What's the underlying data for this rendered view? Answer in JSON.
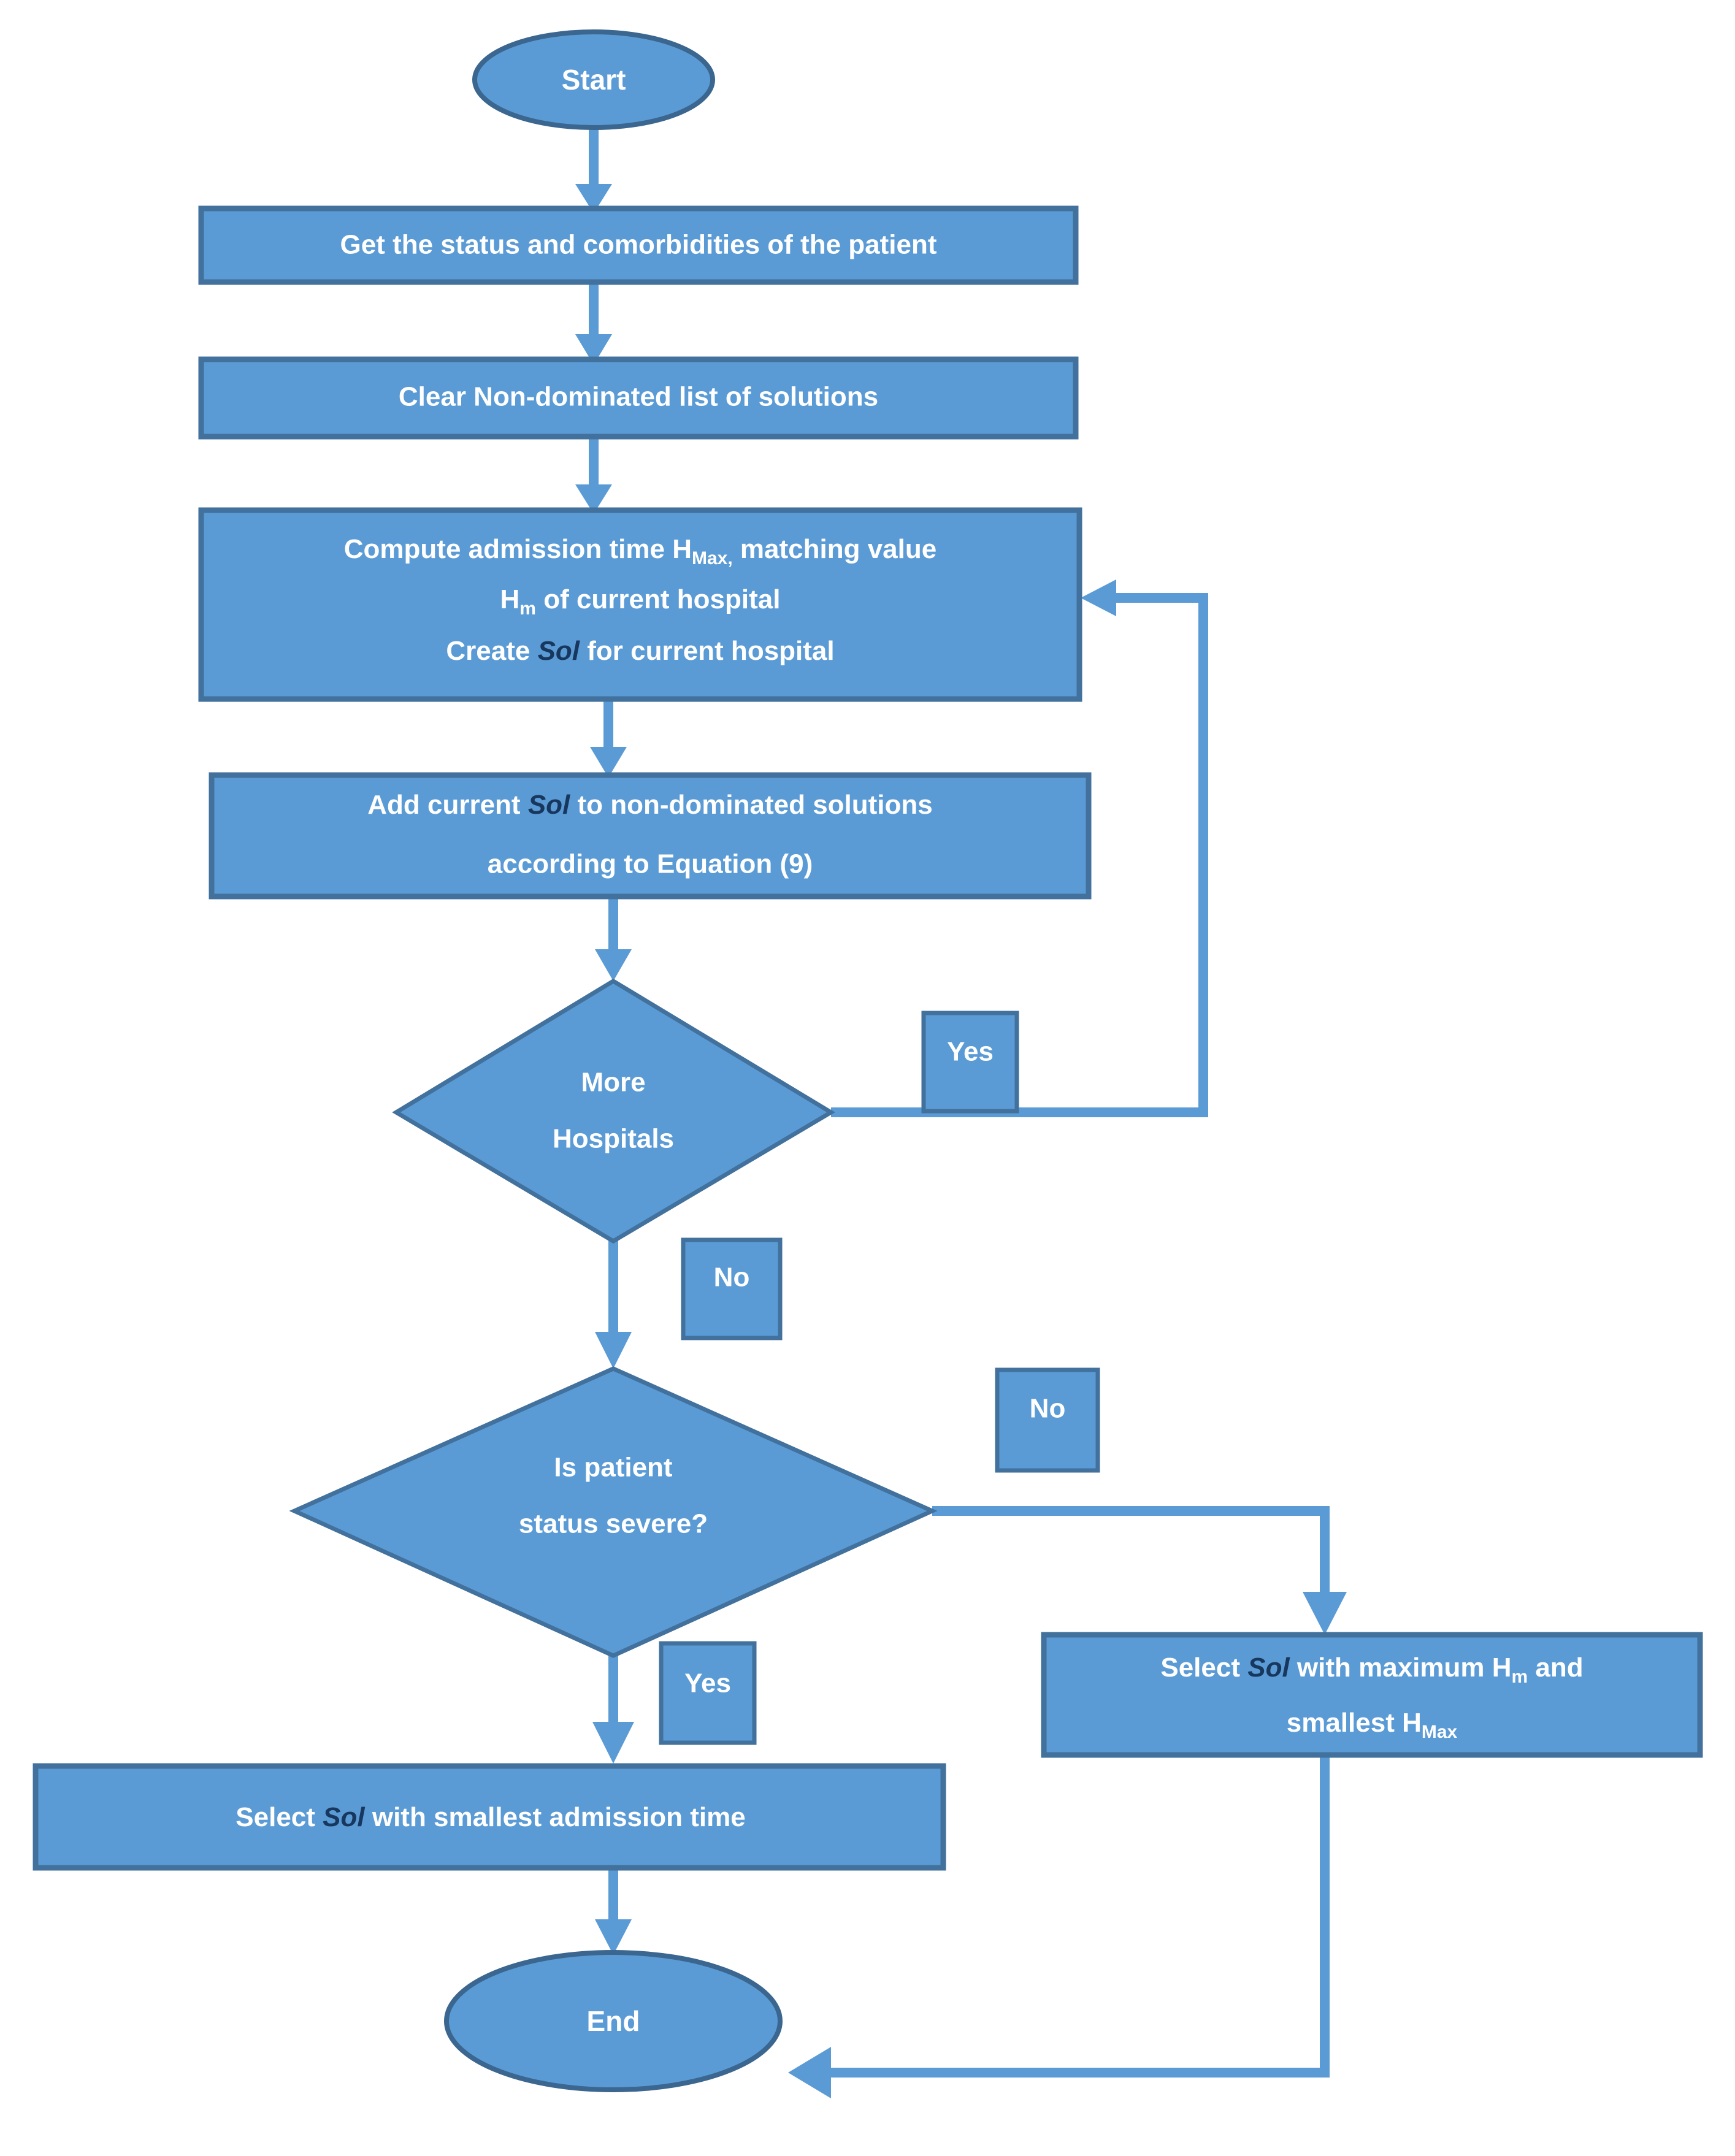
{
  "diagram": {
    "title": "Patient hospital admission selection flowchart",
    "colors": {
      "node_fill": "#5B9BD5",
      "node_border": "#41719C",
      "connector": "#5B9BD5",
      "node_text": "#FFFFFF",
      "emphasis_text": "#17375E",
      "background": "#FFFFFF"
    }
  },
  "nodes": {
    "start": {
      "type": "terminator",
      "label": "Start"
    },
    "get_status": {
      "type": "process",
      "label": "Get the status and comorbidities of the patient"
    },
    "clear_list": {
      "type": "process",
      "label": "Clear Non-dominated list of solutions"
    },
    "compute": {
      "type": "process",
      "line1_a": "Compute admission time H",
      "line1_sub": "Max,",
      "line1_b": " matching value",
      "line2_a": "H",
      "line2_sub": "m",
      "line2_b": " of current hospital",
      "line3_a": "Create ",
      "line3_em": "Sol",
      "line3_b": " for current hospital"
    },
    "add_sol": {
      "type": "process",
      "line1_a": "Add current ",
      "line1_em": "Sol",
      "line1_b": " to non-dominated solutions",
      "line2": "according to Equation (9)"
    },
    "more_hospitals": {
      "type": "decision",
      "line1": "More",
      "line2": "Hospitals"
    },
    "is_severe": {
      "type": "decision",
      "line1": "Is patient",
      "line2": "status severe?"
    },
    "select_max": {
      "type": "process",
      "line1_a": "Select ",
      "line1_em": "Sol",
      "line1_b": " with maximum H",
      "line1_sub": "m",
      "line1_c": " and",
      "line2_a": "smallest H",
      "line2_sub": "Max"
    },
    "select_smallest": {
      "type": "process",
      "line1_a": "Select ",
      "line1_em": "Sol",
      "line1_b": " with smallest admission time"
    },
    "end": {
      "type": "terminator",
      "label": "End"
    }
  },
  "edge_labels": {
    "more_hospitals_yes": "Yes",
    "more_hospitals_no": "No",
    "is_severe_no": "No",
    "is_severe_yes": "Yes"
  },
  "chart_data": {
    "type": "table",
    "title": "Flowchart node sequence",
    "categories": [
      "Start",
      "Get the status and comorbidities of the patient",
      "Clear Non-dominated list of solutions",
      "Compute admission time HMax, matching value Hm of current hospital / Create Sol for current hospital",
      "Add current Sol to non-dominated solutions according to Equation (9)",
      "More Hospitals",
      "Is patient status severe?",
      "Select Sol with maximum Hm and smallest HMax",
      "Select Sol with smallest admission time",
      "End"
    ],
    "edges": [
      {
        "from": "Start",
        "to": "Get the status and comorbidities of the patient",
        "label": ""
      },
      {
        "from": "Get the status and comorbidities of the patient",
        "to": "Clear Non-dominated list of solutions",
        "label": ""
      },
      {
        "from": "Clear Non-dominated list of solutions",
        "to": "Compute admission time",
        "label": ""
      },
      {
        "from": "Compute admission time",
        "to": "Add current Sol to non-dominated solutions",
        "label": ""
      },
      {
        "from": "Add current Sol to non-dominated solutions",
        "to": "More Hospitals",
        "label": ""
      },
      {
        "from": "More Hospitals",
        "to": "Compute admission time",
        "label": "Yes"
      },
      {
        "from": "More Hospitals",
        "to": "Is patient status severe?",
        "label": "No"
      },
      {
        "from": "Is patient status severe?",
        "to": "Select Sol with maximum Hm and smallest HMax",
        "label": "No"
      },
      {
        "from": "Is patient status severe?",
        "to": "Select Sol with smallest admission time",
        "label": "Yes"
      },
      {
        "from": "Select Sol with smallest admission time",
        "to": "End",
        "label": ""
      },
      {
        "from": "Select Sol with maximum Hm and smallest HMax",
        "to": "End",
        "label": ""
      }
    ]
  }
}
